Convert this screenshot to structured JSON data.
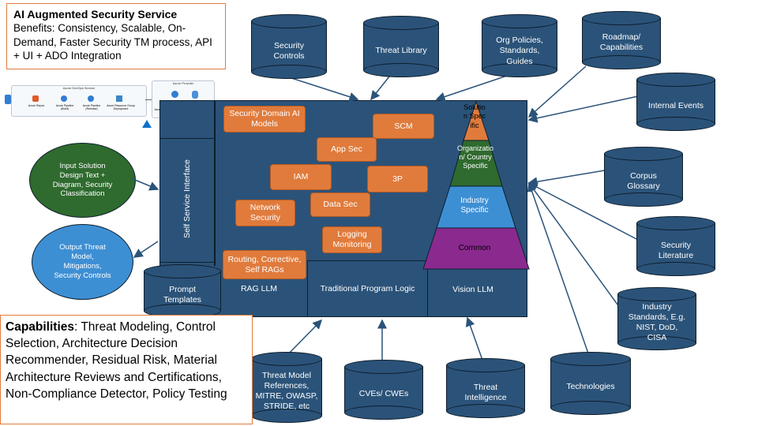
{
  "title_box": {
    "title": "AI Augmented Security Service",
    "benefits": "Benefits: Consistency, Scalable, On-Demand, Faster Security TM process, API + UI + ADO Integration"
  },
  "capabilities_box": {
    "label": "Capabilities",
    "text": ": Threat Modeling, Control Selection, Architecture Decision Recommender, Residual Risk, Material Architecture Reviews and Certifications, Non-Compliance Detector, Policy Testing"
  },
  "thumbnail": {
    "devops_title": "Azure DevOps Service",
    "repos": "Azure Repos",
    "pipeline_build": "Azure Pipeline (Build)",
    "pipeline_release": "Azure Pipeline (Release)",
    "rg_deploy": "Azure Resource Group Deployment",
    "provider_title": "Azure Provider",
    "web_app": "Web App",
    "database": "Database",
    "resource_group": "Azure Resource Group"
  },
  "main": {
    "self_service": "Self Service Interface",
    "rag_llm": "RAG LLM",
    "traditional_logic": "Traditional Program Logic",
    "vision_llm": "Vision LLM"
  },
  "orange_boxes": [
    "Security Domain AI Models",
    "SCM",
    "App Sec",
    "IAM",
    "3P",
    "Network Security",
    "Data Sec",
    "Logging Monitoring",
    "Routing, Corrective, Self RAGs"
  ],
  "pyramid": {
    "tip": "Solution Specific",
    "tier2": "Organization/ Country Specific",
    "tier3": "Industry Specific",
    "tier4": "Common"
  },
  "ellipses": {
    "input": "Input Solution Design Text + Diagram, Security Classification",
    "output": "Output Threat Model, Mitigations, Security Controls"
  },
  "cylinders": {
    "security_controls": "Security\nControls",
    "threat_library": "Threat Library",
    "org_policies": "Org Policies,\nStandards,\nGuides",
    "roadmap": "Roadmap/\nCapabilities",
    "internal_events": "Internal Events",
    "corpus": "Corpus\nGlossary",
    "security_literature": "Security\nLiterature",
    "industry_standards": "Industry\nStandards, E.g.\nNIST, DoD,\nCISA",
    "technologies": "Technologies",
    "threat_intel": "Threat\nIntelligence",
    "cves": "CVEs/ CWEs",
    "threat_model_refs": "Threat Model\nReferences,\nMITRE, OWASP,\nSTRIDE, etc",
    "prompt_templates": "Prompt\nTemplates"
  },
  "colors": {
    "navy": "#2b5379",
    "orange": "#e07b3c",
    "green": "#2f6a2e",
    "light_blue": "#3d8fd4",
    "purple": "#8a2a8f"
  }
}
